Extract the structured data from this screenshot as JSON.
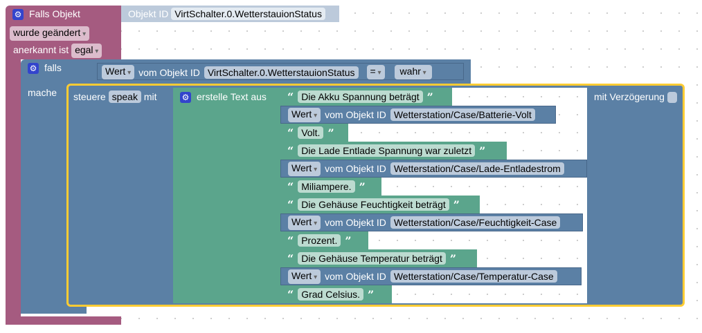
{
  "event_block": {
    "title": "Falls Objekt",
    "object_id_label": "Objekt ID",
    "object_id": "VirtSchalter.0.WetterstauionStatus",
    "trigger": "wurde geändert",
    "ack_label": "anerkannt ist",
    "ack_value": "egal"
  },
  "if_block": {
    "label": "falls",
    "do_label": "mache",
    "compare": {
      "value_type": "Wert",
      "of_object_label": "vom Objekt ID",
      "object_id": "VirtSchalter.0.WetterstauionStatus",
      "operator": "=",
      "rhs": "wahr"
    }
  },
  "control_block": {
    "label": "steuere",
    "target": "speak",
    "with_label": "mit",
    "delay_label": "mit Verzögerung"
  },
  "text_join": {
    "label": "erstelle Text aus",
    "items": [
      {
        "kind": "text",
        "text": "Die Akku Spannung beträgt"
      },
      {
        "kind": "value",
        "type": "Wert",
        "of": "vom Objekt ID",
        "id": "Wetterstation/Case/Batterie-Volt"
      },
      {
        "kind": "text",
        "text": "Volt."
      },
      {
        "kind": "text",
        "text": "Die Lade Entlade Spannung war zuletzt"
      },
      {
        "kind": "value",
        "type": "Wert",
        "of": "vom Objekt ID",
        "id": "Wetterstation/Case/Lade-Entladestrom"
      },
      {
        "kind": "text",
        "text": "Miliampere."
      },
      {
        "kind": "text",
        "text": "Die Gehäuse Feuchtigkeit beträgt"
      },
      {
        "kind": "value",
        "type": "Wert",
        "of": "vom Objekt ID",
        "id": "Wetterstation/Case/Feuchtigkeit-Case"
      },
      {
        "kind": "text",
        "text": "Prozent."
      },
      {
        "kind": "text",
        "text": "Die Gehäuse Temperatur beträgt"
      },
      {
        "kind": "value",
        "type": "Wert",
        "of": "vom Objekt ID",
        "id": "Wetterstation/Case/Temperatur-Case"
      },
      {
        "kind": "text",
        "text": "Grad Celsius."
      }
    ]
  },
  "quote_open": "“",
  "quote_close": "”",
  "colors": {
    "event": "#a55b80",
    "logic": "#5b80a5",
    "text": "#5ba58c",
    "selected": "#fc3"
  }
}
